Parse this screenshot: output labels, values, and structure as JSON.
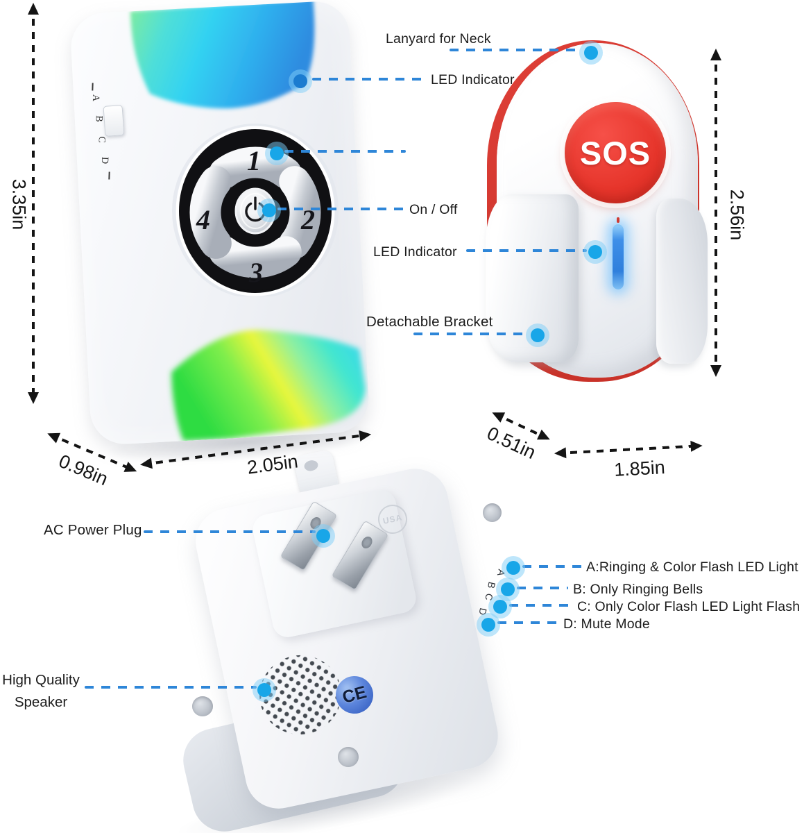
{
  "callouts": {
    "lanyard": "Lanyard for Neck",
    "led_receiver": "LED Indicator",
    "on_off": "On / Off",
    "led_pendant": "LED Indicator",
    "detachable_bracket": "Detachable Bracket",
    "ac_power_plug": "AC Power Plug",
    "speaker_line1": "High Quality",
    "speaker_line2": "Speaker",
    "mode_a": "A:Ringing & Color Flash LED Light",
    "mode_b": "B: Only Ringing Bells",
    "mode_c": "C: Only Color Flash LED Light Flash",
    "mode_d": "D: Mute Mode"
  },
  "dimensions": {
    "receiver_height": "3.35in",
    "receiver_depth": "0.98in",
    "receiver_width": "2.05in",
    "pendant_height": "2.56in",
    "pendant_depth": "0.51in",
    "pendant_width": "1.85in"
  },
  "receiver": {
    "ring_buttons": [
      "1",
      "2",
      "3",
      "4"
    ],
    "side_switch_letters": [
      "A",
      "B",
      "C",
      "D"
    ]
  },
  "pendant": {
    "sos_label": "SOS"
  },
  "receiver_back": {
    "plug_marking": "USA",
    "ce_marking": "CE",
    "mode_switch_letters": [
      "A",
      "B",
      "C",
      "D"
    ]
  },
  "colors": {
    "callout_blue": "#2e86d8",
    "dot_blue": "#18a6e8",
    "sos_red": "#e6352b",
    "trim_red": "#d93a32",
    "led_cyan": "#33d2f2",
    "led_green": "#2ddc42",
    "led_yellow": "#e9f63c",
    "led_strip_blue": "#3e8fe8",
    "ce_blue": "#4a77d0",
    "dimension_black": "#141414"
  }
}
